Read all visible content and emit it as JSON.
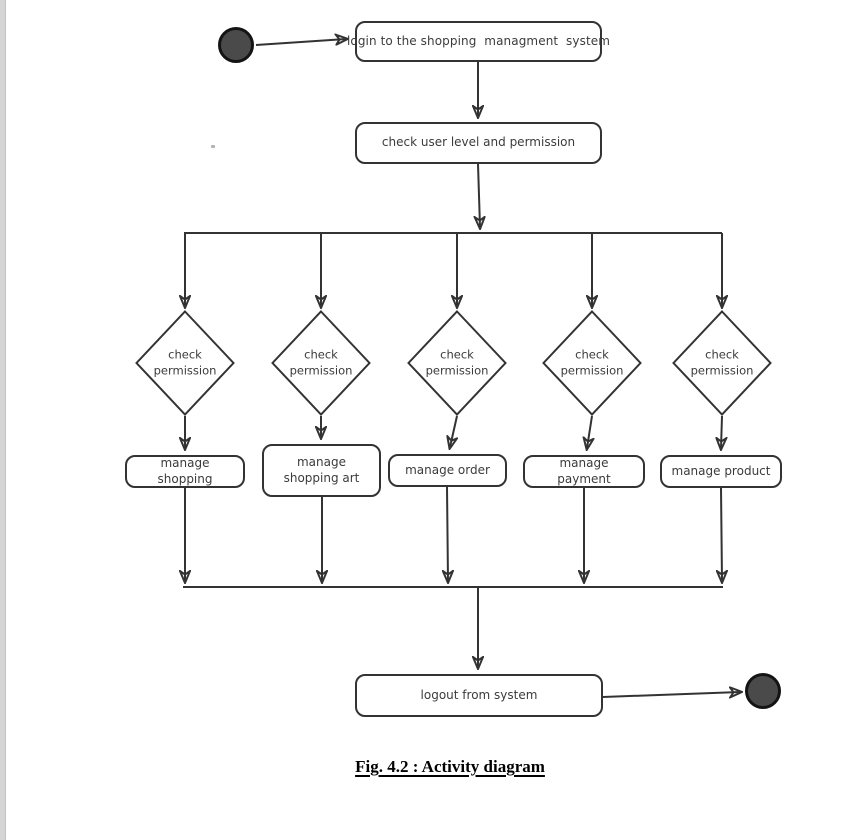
{
  "figure": {
    "caption": "Fig. 4.2 : Activity diagram"
  },
  "diagram": {
    "type": "uml-activity-diagram",
    "actions": {
      "login": "login to the shopping  managment  system",
      "check_user": "check user level and permission",
      "logout": "logout from system"
    },
    "decisions": [
      "check permission",
      "check permission",
      "check permission",
      "check permission",
      "check permission"
    ],
    "manage": [
      "manage shopping",
      "manage shopping art",
      "manage order",
      "manage payment",
      "manage product"
    ],
    "terminals": {
      "start": "initial-node",
      "end": "final-node"
    },
    "flow": [
      {
        "from": "start",
        "to": "login"
      },
      {
        "from": "login",
        "to": "check_user"
      },
      {
        "from": "check_user",
        "to": "fork-bar"
      },
      {
        "from": "fork-bar",
        "to": "decision-1"
      },
      {
        "from": "fork-bar",
        "to": "decision-2"
      },
      {
        "from": "fork-bar",
        "to": "decision-3"
      },
      {
        "from": "fork-bar",
        "to": "decision-4"
      },
      {
        "from": "fork-bar",
        "to": "decision-5"
      },
      {
        "from": "decision-1",
        "to": "manage shopping"
      },
      {
        "from": "decision-2",
        "to": "manage shopping art"
      },
      {
        "from": "decision-3",
        "to": "manage order"
      },
      {
        "from": "decision-4",
        "to": "manage payment"
      },
      {
        "from": "decision-5",
        "to": "manage product"
      },
      {
        "from": "manage shopping",
        "to": "merge-bar"
      },
      {
        "from": "manage shopping art",
        "to": "merge-bar"
      },
      {
        "from": "manage order",
        "to": "merge-bar"
      },
      {
        "from": "manage payment",
        "to": "merge-bar"
      },
      {
        "from": "manage product",
        "to": "merge-bar"
      },
      {
        "from": "merge-bar",
        "to": "logout"
      },
      {
        "from": "logout",
        "to": "end"
      }
    ],
    "colors": {
      "edge": "#333333",
      "node_border": "#333333",
      "node_fill": "#ffffff",
      "text": "#3b3b3b",
      "terminal_fill": "#4a4a4a",
      "terminal_border": "#141414",
      "caption_text": "#000000",
      "page_edge_strip": "#d5d5d5"
    }
  }
}
